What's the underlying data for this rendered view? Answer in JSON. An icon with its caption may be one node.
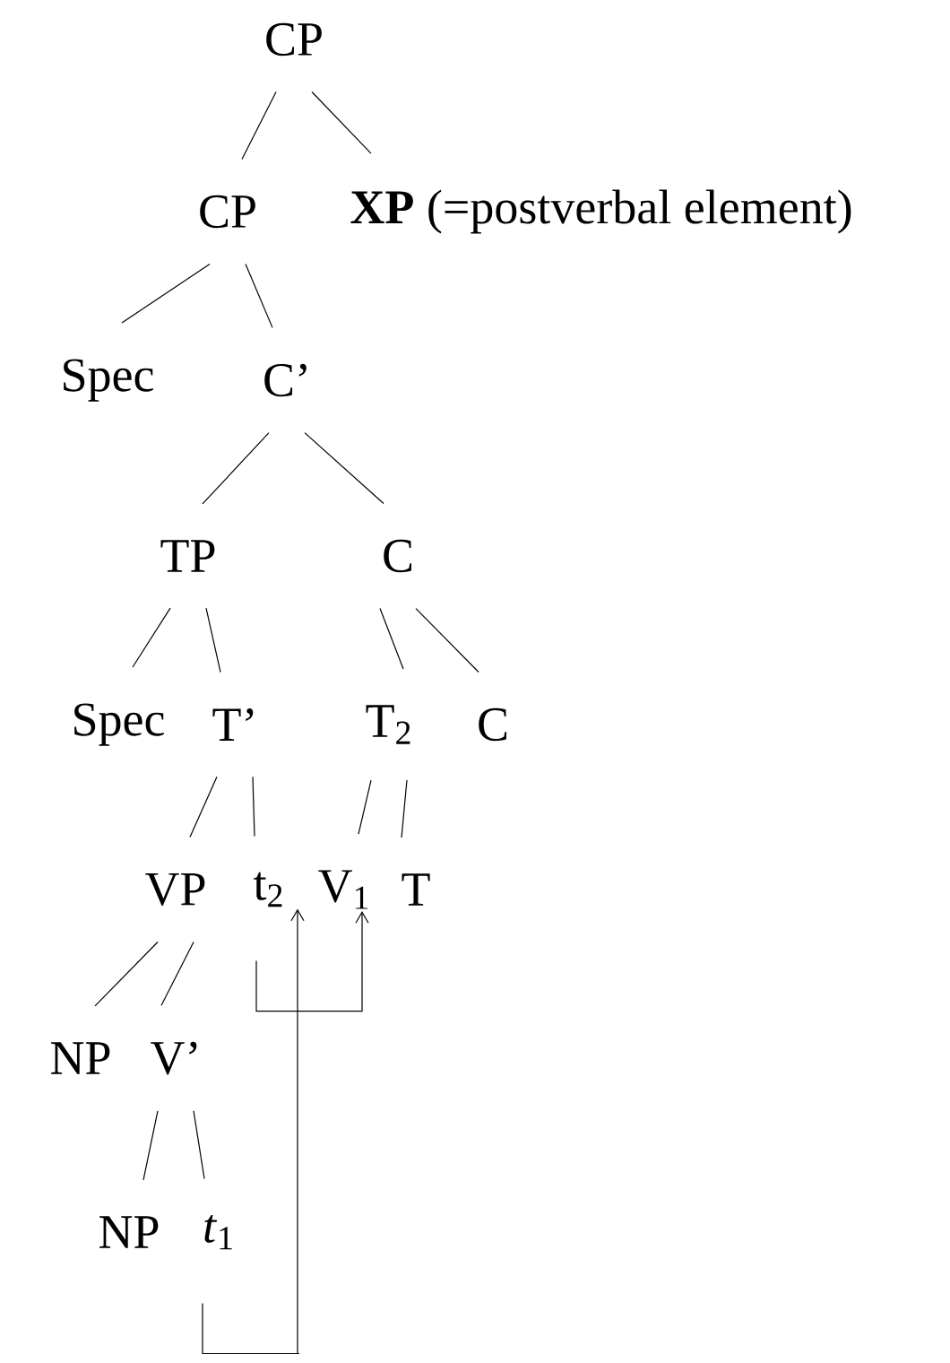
{
  "diagram": {
    "nodes": [
      {
        "text": [
          "CP"
        ]
      },
      {
        "text": [
          "CP"
        ]
      },
      {
        "text": [
          "**XP** (=postverbal element)"
        ]
      },
      {
        "text": [
          "Spec"
        ]
      },
      {
        "text": [
          "C’"
        ]
      },
      {
        "text": [
          "TP"
        ]
      },
      {
        "text": [
          "C"
        ]
      },
      {
        "text": [
          "Spec"
        ]
      },
      {
        "text": [
          "T’"
        ]
      },
      {
        "text": [
          "T$_{2}$"
        ]
      },
      {
        "text": [
          "C"
        ]
      },
      {
        "text": [
          "VP"
        ]
      },
      {
        "text": [
          "t$_{2}$"
        ]
      },
      {
        "text": [
          "V$_{1}$"
        ]
      },
      {
        "text": [
          "T"
        ]
      },
      {
        "text": [
          "NP"
        ]
      },
      {
        "text": [
          "V’"
        ]
      },
      {
        "text": [
          "NP"
        ]
      },
      {
        "text": [
          "*t*$_{1}$"
        ]
      }
    ],
    "edges": [
      {
        "from": 0,
        "to": 1,
        "arrow": "none"
      },
      {
        "from": 0,
        "to": 2,
        "arrow": "none"
      },
      {
        "from": 1,
        "to": 3,
        "arrow": "none"
      },
      {
        "from": 1,
        "to": 4,
        "arrow": "none"
      },
      {
        "from": 4,
        "to": 5,
        "arrow": "none"
      },
      {
        "from": 4,
        "to": 6,
        "arrow": "none"
      },
      {
        "from": 5,
        "to": 7,
        "arrow": "none"
      },
      {
        "from": 5,
        "to": 8,
        "arrow": "none"
      },
      {
        "from": 6,
        "to": 9,
        "arrow": "none"
      },
      {
        "from": 6,
        "to": 10,
        "arrow": "none"
      },
      {
        "from": 8,
        "to": 11,
        "arrow": "none"
      },
      {
        "from": 8,
        "to": 12,
        "arrow": "none"
      },
      {
        "from": 9,
        "to": 13,
        "arrow": "none"
      },
      {
        "from": 9,
        "to": 14,
        "arrow": "none"
      },
      {
        "from": 11,
        "to": 15,
        "arrow": "none"
      },
      {
        "from": 11,
        "to": 16,
        "arrow": "none"
      },
      {
        "from": 16,
        "to": 17,
        "arrow": "none"
      },
      {
        "from": 16,
        "to": 18,
        "arrow": "none"
      },
      {
        "from": 12,
        "to": 13,
        "arrow": "to"
      },
      {
        "from": 18,
        "to": 12,
        "arrow": "to"
      }
    ]
  }
}
